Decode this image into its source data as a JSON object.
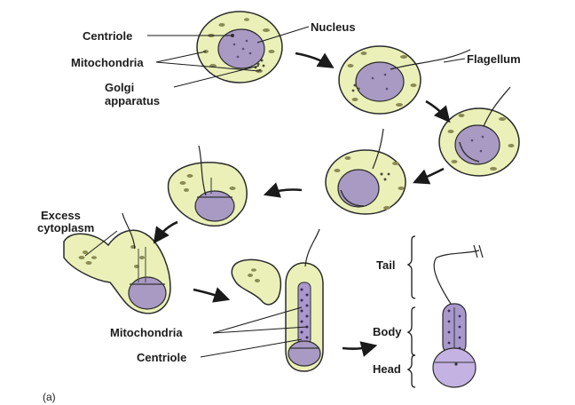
{
  "labels": {
    "centriole_top": "Centriole",
    "nucleus": "Nucleus",
    "mitochondria_top": "Mitochondria",
    "golgi_line1": "Golgi",
    "golgi_line2": "apparatus",
    "flagellum": "Flagellum",
    "excess_line1": "Excess",
    "excess_line2": "cytoplasm",
    "mitochondria_bottom": "Mitochondria",
    "centriole_bottom": "Centriole",
    "tail": "Tail",
    "body": "Body",
    "head": "Head",
    "panel": "(a)"
  },
  "colors": {
    "cytoplasm": "#eaf0b8",
    "nucleus": "#a99ac4",
    "outline": "#2a2a2a",
    "sperm_body": "#a898cc",
    "sperm_head": "#c4b2e2"
  }
}
